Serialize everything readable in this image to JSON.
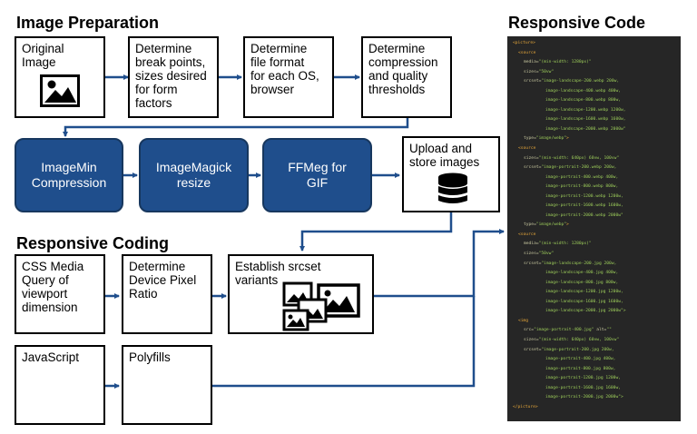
{
  "headings": {
    "image_preparation": "Image Preparation",
    "responsive_coding": "Responsive Coding",
    "responsive_code": "Responsive Code"
  },
  "boxes": {
    "original_image": "Original\nImage",
    "break_points": "Determine\nbreak points,\nsizes desired\nfor form\nfactors",
    "file_format": "Determine\nfile format\nfor each OS,\nbrowser",
    "compression": "Determine\ncompression\nand quality\nthresholds",
    "imagemin": "ImageMin\nCompression",
    "imagemagick": "ImageMagick\nresize",
    "ffmeg": "FFMeg for\nGIF",
    "upload_store": "Upload and\nstore images",
    "css_media": "CSS Media\nQuery of\nviewport\ndimension",
    "pixel_ratio": "Determine\nDevice Pixel\nRatio",
    "srcset": "Establish srcset\nvariants",
    "javascript": "JavaScript",
    "polyfills": "Polyfills"
  },
  "colors": {
    "blue_box": "#1f4e8c",
    "arrow": "#1f4e8c",
    "code_bg": "#262626",
    "code_tag": "#e6a73a",
    "code_value": "#9ccc5a"
  },
  "icons": [
    "image-icon",
    "database-icon",
    "photos-icon"
  ],
  "code_lines": [
    {
      "indent": 0,
      "parts": [
        {
          "c": "tag",
          "t": "<picture>"
        }
      ]
    },
    {
      "indent": 1,
      "parts": [
        {
          "c": "tag",
          "t": "<source"
        }
      ]
    },
    {
      "indent": 2,
      "parts": [
        {
          "c": "attr",
          "t": "media="
        },
        {
          "c": "val",
          "t": "\"(min-width: 1280px)\""
        }
      ]
    },
    {
      "indent": 2,
      "parts": [
        {
          "c": "attr",
          "t": "sizes="
        },
        {
          "c": "val",
          "t": "\"50vw\""
        }
      ]
    },
    {
      "indent": 2,
      "parts": [
        {
          "c": "attr",
          "t": "srcset="
        },
        {
          "c": "val",
          "t": "\"image-landscape-200.webp 200w,"
        }
      ]
    },
    {
      "indent": 6,
      "parts": [
        {
          "c": "val",
          "t": "image-landscape-400.webp 400w,"
        }
      ]
    },
    {
      "indent": 6,
      "parts": [
        {
          "c": "val",
          "t": "image-landscape-800.webp 800w,"
        }
      ]
    },
    {
      "indent": 6,
      "parts": [
        {
          "c": "val",
          "t": "image-landscape-1200.webp 1200w,"
        }
      ]
    },
    {
      "indent": 6,
      "parts": [
        {
          "c": "val",
          "t": "image-landscape-1600.webp 1600w,"
        }
      ]
    },
    {
      "indent": 6,
      "parts": [
        {
          "c": "val",
          "t": "image-landscape-2000.webp 2000w\""
        }
      ]
    },
    {
      "indent": 2,
      "parts": [
        {
          "c": "attr",
          "t": "type="
        },
        {
          "c": "val",
          "t": "\"image/webp\""
        },
        {
          "c": "tag",
          "t": ">"
        }
      ]
    },
    {
      "indent": 1,
      "parts": [
        {
          "c": "tag",
          "t": "<source"
        }
      ]
    },
    {
      "indent": 2,
      "parts": [
        {
          "c": "attr",
          "t": "sizes="
        },
        {
          "c": "val",
          "t": "\"(min-width: 640px) 60vw, 100vw\""
        }
      ]
    },
    {
      "indent": 2,
      "parts": [
        {
          "c": "attr",
          "t": "srcset="
        },
        {
          "c": "val",
          "t": "\"image-portrait-200.webp 200w,"
        }
      ]
    },
    {
      "indent": 6,
      "parts": [
        {
          "c": "val",
          "t": "image-portrait-400.webp 400w,"
        }
      ]
    },
    {
      "indent": 6,
      "parts": [
        {
          "c": "val",
          "t": "image-portrait-800.webp 800w,"
        }
      ]
    },
    {
      "indent": 6,
      "parts": [
        {
          "c": "val",
          "t": "image-portrait-1200.webp 1200w,"
        }
      ]
    },
    {
      "indent": 6,
      "parts": [
        {
          "c": "val",
          "t": "image-portrait-1600.webp 1600w,"
        }
      ]
    },
    {
      "indent": 6,
      "parts": [
        {
          "c": "val",
          "t": "image-portrait-2000.webp 2000w\""
        }
      ]
    },
    {
      "indent": 2,
      "parts": [
        {
          "c": "attr",
          "t": "type="
        },
        {
          "c": "val",
          "t": "\"image/webp\""
        },
        {
          "c": "tag",
          "t": ">"
        }
      ]
    },
    {
      "indent": 1,
      "parts": [
        {
          "c": "tag",
          "t": "<source"
        }
      ]
    },
    {
      "indent": 2,
      "parts": [
        {
          "c": "attr",
          "t": "media="
        },
        {
          "c": "val",
          "t": "\"(min-width: 1280px)\""
        }
      ]
    },
    {
      "indent": 2,
      "parts": [
        {
          "c": "attr",
          "t": "sizes="
        },
        {
          "c": "val",
          "t": "\"50vw\""
        }
      ]
    },
    {
      "indent": 2,
      "parts": [
        {
          "c": "attr",
          "t": "srcset="
        },
        {
          "c": "val",
          "t": "\"image-landscape-200.jpg 200w,"
        }
      ]
    },
    {
      "indent": 6,
      "parts": [
        {
          "c": "val",
          "t": "image-landscape-400.jpg 400w,"
        }
      ]
    },
    {
      "indent": 6,
      "parts": [
        {
          "c": "val",
          "t": "image-landscape-800.jpg 800w,"
        }
      ]
    },
    {
      "indent": 6,
      "parts": [
        {
          "c": "val",
          "t": "image-landscape-1200.jpg 1200w,"
        }
      ]
    },
    {
      "indent": 6,
      "parts": [
        {
          "c": "val",
          "t": "image-landscape-1600.jpg 1600w,"
        }
      ]
    },
    {
      "indent": 6,
      "parts": [
        {
          "c": "val",
          "t": "image-landscape-2000.jpg 2000w\">"
        }
      ]
    },
    {
      "indent": 1,
      "parts": [
        {
          "c": "tag",
          "t": "<img"
        }
      ]
    },
    {
      "indent": 2,
      "parts": [
        {
          "c": "attr",
          "t": "src="
        },
        {
          "c": "val",
          "t": "\"image-portrait-400.jpg\""
        },
        {
          "c": "attr",
          "t": " alt="
        },
        {
          "c": "val",
          "t": "\"\""
        }
      ]
    },
    {
      "indent": 2,
      "parts": [
        {
          "c": "attr",
          "t": "sizes="
        },
        {
          "c": "val",
          "t": "\"(min-width: 640px) 60vw, 100vw\""
        }
      ]
    },
    {
      "indent": 2,
      "parts": [
        {
          "c": "attr",
          "t": "srcset="
        },
        {
          "c": "val",
          "t": "\"image-portrait-200.jpg 200w,"
        }
      ]
    },
    {
      "indent": 6,
      "parts": [
        {
          "c": "val",
          "t": "image-portrait-400.jpg 400w,"
        }
      ]
    },
    {
      "indent": 6,
      "parts": [
        {
          "c": "val",
          "t": "image-portrait-800.jpg 800w,"
        }
      ]
    },
    {
      "indent": 6,
      "parts": [
        {
          "c": "val",
          "t": "image-portrait-1200.jpg 1200w,"
        }
      ]
    },
    {
      "indent": 6,
      "parts": [
        {
          "c": "val",
          "t": "image-portrait-1600.jpg 1600w,"
        }
      ]
    },
    {
      "indent": 6,
      "parts": [
        {
          "c": "val",
          "t": "image-portrait-2000.jpg 2000w\">"
        }
      ]
    },
    {
      "indent": 0,
      "parts": [
        {
          "c": "tag",
          "t": "</picture>"
        }
      ]
    }
  ]
}
